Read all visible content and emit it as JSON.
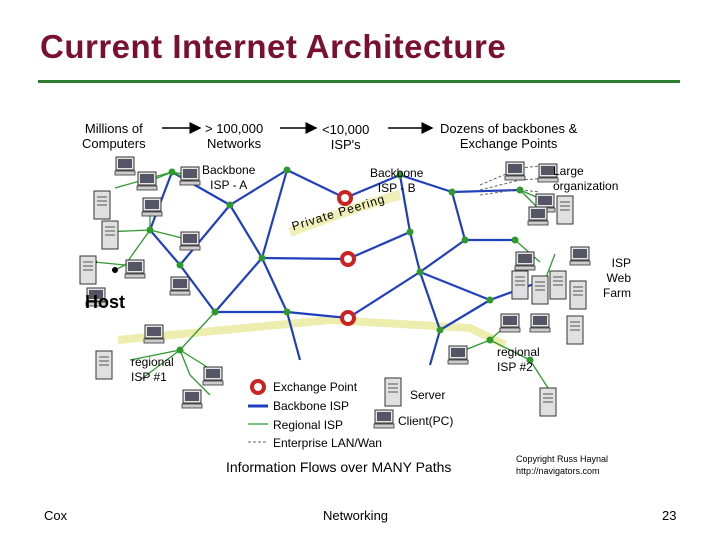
{
  "title": "Current Internet Architecture",
  "header_flow": {
    "millions": "Millions of\nComputers",
    "isps100k": "> 100,000\nNetworks",
    "isps10k": "<10,000\nISP's",
    "backbones": "Dozens of backbones &\nExchange Points"
  },
  "labels": {
    "backbone_a": "Backbone\nISP - A",
    "backbone_b": "Backbone\nISP - B",
    "large_org": "Large\norganization",
    "isp_web_farm": "ISP\nWeb\nFarm",
    "host": "Host",
    "regional1": "regional\nISP #1",
    "regional2": "regional\nISP #2",
    "private_peering": "Private Peering"
  },
  "legend": {
    "exchange_point": "Exchange Point",
    "backbone_isp": "Backbone ISP",
    "regional_isp": "Regional ISP",
    "enterprise": "Enterprise LAN/Wan",
    "server": "Server",
    "client": "Client(PC)"
  },
  "caption": "Information Flows over MANY Paths",
  "copyright": "Copyright Russ Haynal",
  "url": "http://navigators.com",
  "footer": {
    "left": "Cox",
    "center": "Networking",
    "right": "23"
  },
  "colors": {
    "title": "#7a1030",
    "rule": "#2e7d32",
    "backbone": "#1f3fbf",
    "regional": "#2e9a2e",
    "peering": "#e8e89a",
    "exchange": "#cc2222"
  }
}
